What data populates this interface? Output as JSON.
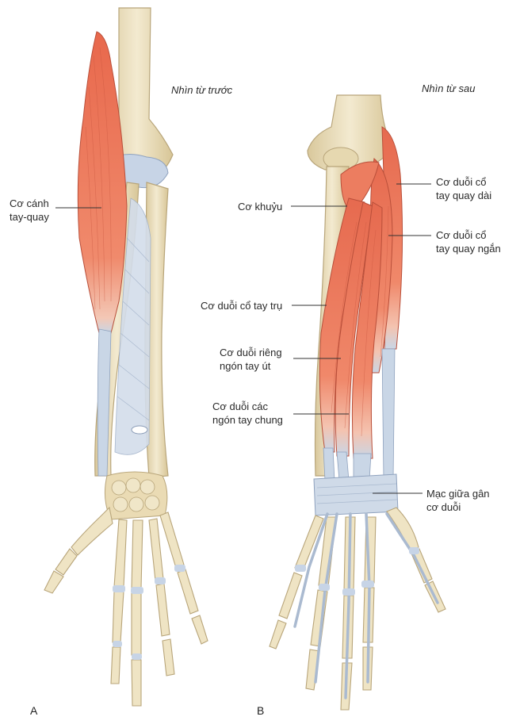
{
  "views": {
    "front": "Nhìn từ trước",
    "back": "Nhìn từ sau"
  },
  "panels": {
    "a": "A",
    "b": "B"
  },
  "labels": {
    "brachioradialis": "Cơ cánh\ntay-quay",
    "anconeus": "Cơ khuỷu",
    "ecr_longus": "Cơ duỗi cổ\ntay quay dài",
    "ecr_brevis": "Cơ duỗi cổ\ntay quay ngắn",
    "ecu": "Cơ duỗi cổ tay trụ",
    "edm": "Cơ duỗi riêng\nngón tay út",
    "ed": "Cơ duỗi các\nngón tay chung",
    "retinaculum": "Mạc giữa gân\ncơ duỗi"
  },
  "colors": {
    "bone": "#efe4c4",
    "bone_shade": "#d8c79a",
    "muscle": "#ee8468",
    "muscle_dark": "#d9614a",
    "tendon": "#c9d6e6",
    "ligament": "#b9c7dc"
  }
}
